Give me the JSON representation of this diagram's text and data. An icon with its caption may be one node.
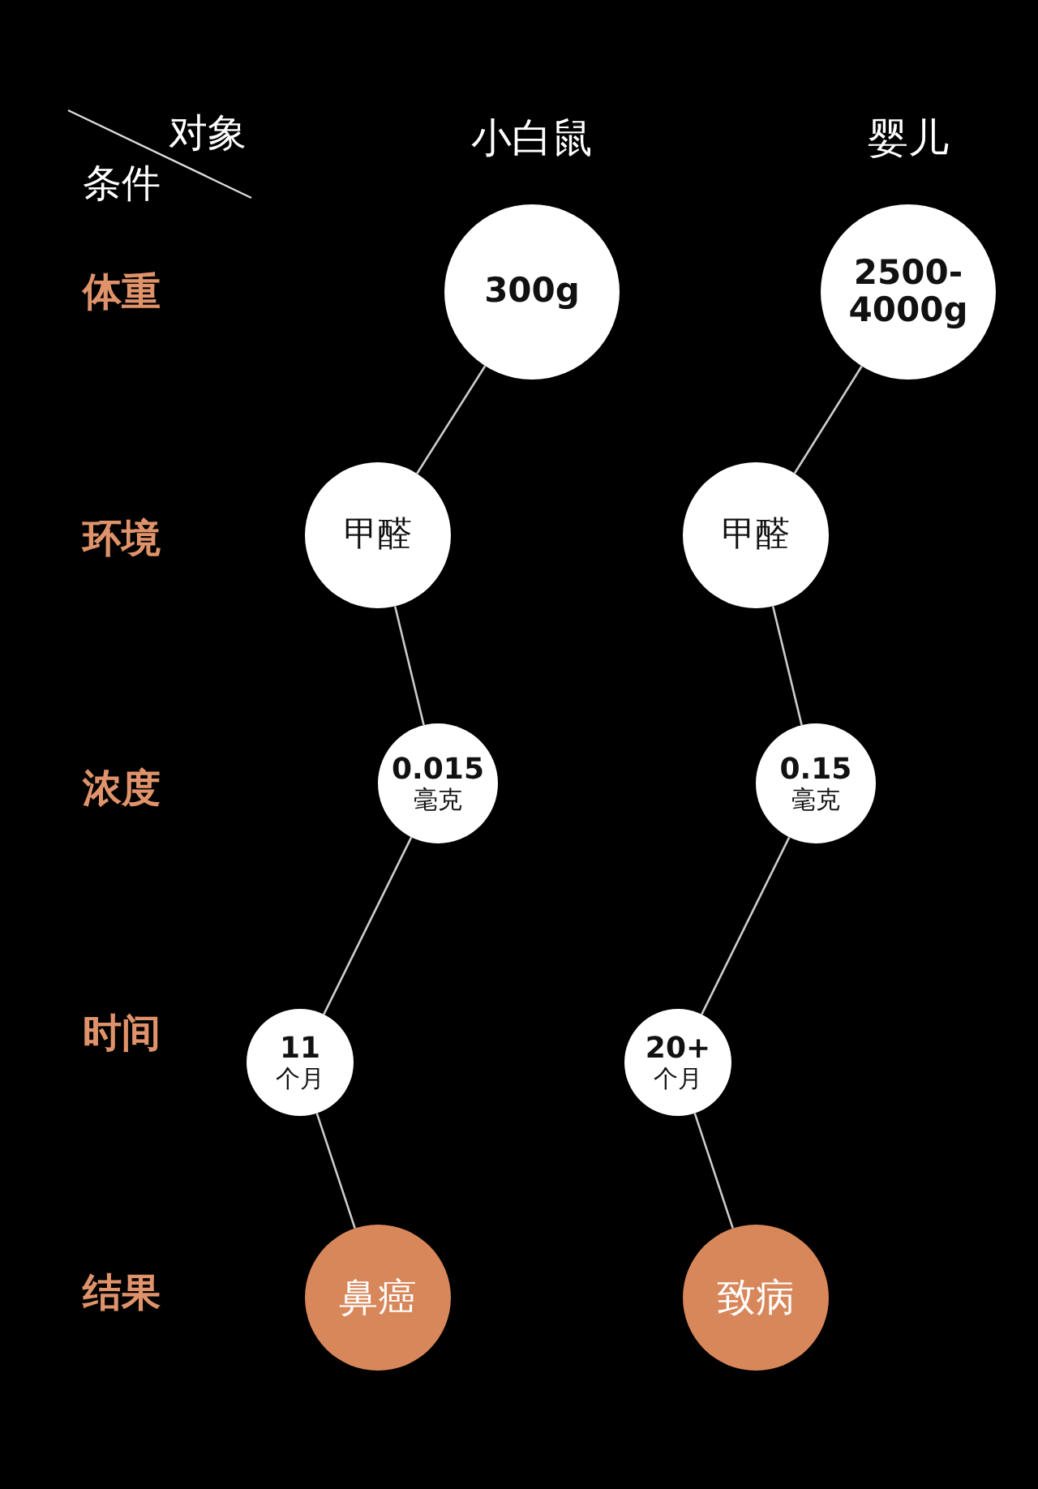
{
  "diagram": {
    "nodes": [
      {
        "text": [
          "300g"
        ]
      },
      {
        "text": [
          "2500-4000g"
        ]
      },
      {
        "text": [
          "甲醛"
        ]
      },
      {
        "text": [
          "甲醛"
        ]
      },
      {
        "text": [
          "0.015",
          "毫克"
        ]
      },
      {
        "text": [
          "0.15",
          "毫克"
        ]
      },
      {
        "text": [
          "11",
          "个月"
        ]
      },
      {
        "text": [
          "20+",
          "个月"
        ]
      },
      {
        "text": [
          "鼻癌"
        ]
      },
      {
        "text": [
          "致病"
        ]
      }
    ],
    "edges": [
      {
        "from": 0,
        "to": 2,
        "arrow": "none"
      },
      {
        "from": 2,
        "to": 4,
        "arrow": "none"
      },
      {
        "from": 4,
        "to": 6,
        "arrow": "none"
      },
      {
        "from": 6,
        "to": 8,
        "arrow": "none"
      },
      {
        "from": 1,
        "to": 3,
        "arrow": "none"
      },
      {
        "from": 3,
        "to": 5,
        "arrow": "none"
      },
      {
        "from": 5,
        "to": 7,
        "arrow": "none"
      },
      {
        "from": 7,
        "to": 9,
        "arrow": "none"
      }
    ],
    "labels": [
      "对象",
      "条件",
      "小白鼠",
      "婴儿",
      "体重",
      "环境",
      "浓度",
      "时间",
      "结果"
    ]
  }
}
